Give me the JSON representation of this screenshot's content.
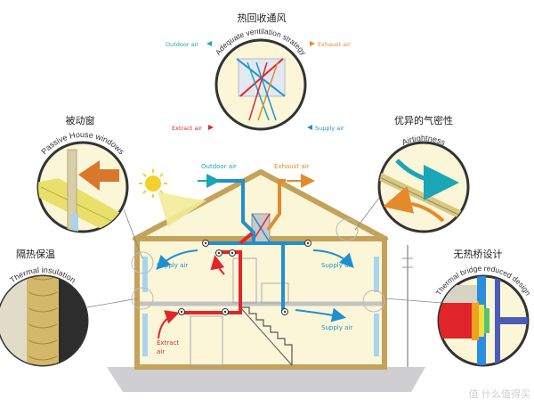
{
  "colors": {
    "blue": "#1f8fd0",
    "red": "#e0262a",
    "orange": "#e58a2a",
    "teal": "#1aa6b7",
    "wall": "#c9a24d",
    "interior": "#fbf6d8",
    "roof": "#c3a25a"
  },
  "labels": {
    "heat_recovery_cn": "热回收通风",
    "passive_windows_cn": "被动窗",
    "airtight_cn": "优异的气密性",
    "insulation_cn": "隔热保温",
    "thermal_bridge_cn": "无热桥设计",
    "ventilation_strategy": "Adequate ventilation strategy",
    "passive_windows": "Passive House windows",
    "airtightness": "Airtightness",
    "thermal_insulation": "Thermal insulation",
    "thermal_bridge": "Thermal bridge reduced design",
    "outdoor_air_top": "Outdoor air",
    "exhaust_air_top": "Exhaust air",
    "extract_air_top": "Extract air",
    "supply_air_top": "Supply air",
    "outdoor_air": "Outdoor air",
    "exhaust_air": "Exhaust air",
    "supply_air_left": "Supply air",
    "supply_air_right_up": "Supply air",
    "supply_air_right_down": "Supply air",
    "extract_air_1": "Extract",
    "extract_air_2": "air",
    "watermark": "值 什么值得买"
  }
}
